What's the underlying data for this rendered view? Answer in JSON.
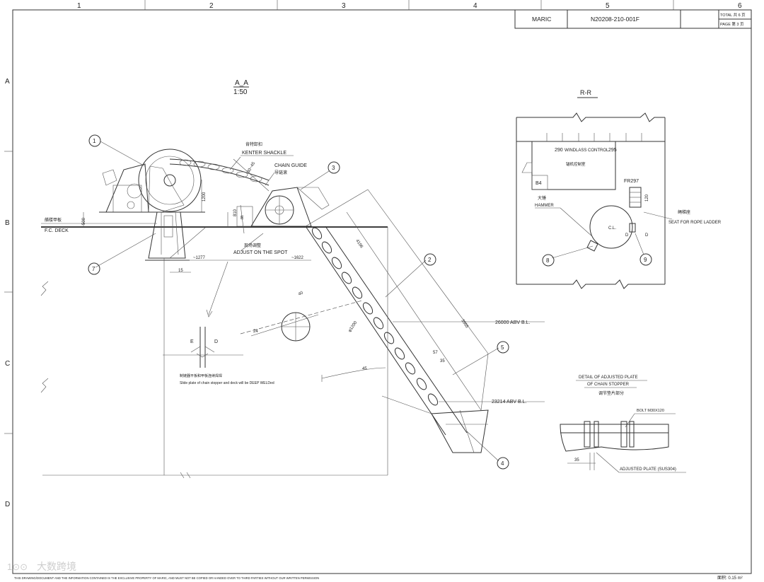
{
  "title_block": {
    "org": "MARIC",
    "drawing_no": "N20208-210-001F",
    "total_label": "TOTAL 共 6 页",
    "page_label": "PAGE 第 3 页"
  },
  "grid": {
    "columns": [
      "1",
      "2",
      "3",
      "4",
      "5",
      "6"
    ],
    "rows": [
      "A",
      "B",
      "C",
      "D"
    ]
  },
  "section_aa": {
    "title": "A_A",
    "scale": "1:50"
  },
  "section_rr": {
    "title": "R-R",
    "frame_left": "290",
    "windlass_label": "WINDLASS CONTROL",
    "windlass_label_cn": "锚机控制室",
    "frame_right": "295",
    "frame_fr": "FR297",
    "hammer_cn": "大锤",
    "hammer": "HAMMER",
    "seat_cn": "绳梯座",
    "seat": "SEAT FOR ROPE LADDER",
    "cl": "C.L.",
    "b4": "B4",
    "dim_120": "120",
    "d1": "D",
    "d2": "D"
  },
  "labels": {
    "kenter_cn": "肯特卸扣",
    "kenter": "KENTER SHACKLE",
    "chain_guide": "CHAIN GUIDE",
    "chain_guide_cn": "导链滚",
    "fc_deck_cn": "艏楼甲板",
    "fc_deck": "F.C. DECK",
    "adjust_cn": "现场调整",
    "adjust": "ADJUST ON THE SPOT",
    "abv_26000": "26000 ABV B.L.",
    "abv_23214": "23214 ABV B.L.",
    "weld_cn": "制链器平板和甲板连续焊焊",
    "weld": "Slide plate of chain stopper and deck will be DEEP WELDed",
    "detail_title_1": "DETAIL OF ADJUSTED PLATE",
    "detail_title_2": "OF CHAIN STOPPER",
    "detail_title_cn": "调节垫片部分",
    "bolt": "BOLT M30X120",
    "adjusted_plate": "ADJUSTED PLATE (SUS304)",
    "dim_35": "35",
    "footer_notice": "THIS DRAWING/DOCUMENT AND THE INFORMATION CONTAINED IS THE EXCLUSIVE PROPERTY OF MARIC, AND MUST NOT BE COPIED OR HANDED OVER TO THIRD PARTIES WITHOUT OUR WRITTEN PERMISSION",
    "area": "面积: 0.15 m²",
    "watermark": "大数跨境"
  },
  "dims": {
    "d1200": "1200",
    "d500": "500",
    "d810": "810",
    "d1277": "~1277",
    "d1622": "~1622",
    "d15": "15",
    "d4196": "4196",
    "d1200b": "φ1200",
    "d40": "40",
    "d45": "45",
    "d57": "57",
    "d35b": "35",
    "d3955": "3955",
    "d24": "24",
    "d30_45": "30~45",
    "e": "E",
    "e_weld": "E",
    "d_weld": "D"
  },
  "balloons": [
    "1",
    "2",
    "3",
    "4",
    "5",
    "7",
    "8",
    "9"
  ]
}
